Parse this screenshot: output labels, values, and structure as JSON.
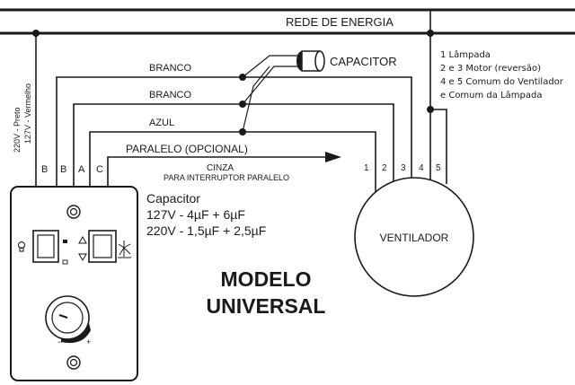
{
  "network_label": "REDE DE ENERGIA",
  "wires": {
    "branco_1": "BRANCO",
    "branco_2": "BRANCO",
    "azul": "AZUL",
    "paralelo": "PARALELO (OPCIONAL)",
    "cinza": "CINZA",
    "cinza_sub": "PARA INTERRUPTOR PARALELO"
  },
  "capacitor_label": "CAPACITOR",
  "supply_note": [
    "220V - Preto",
    "127V - Vermelho"
  ],
  "control_terminals": [
    "B",
    "B",
    "A",
    "C"
  ],
  "fan_terminals": [
    "1",
    "2",
    "3",
    "4",
    "5"
  ],
  "fan_label": "VENTILADOR",
  "legend": [
    "1 Lâmpada",
    "2 e 3 Motor (reversão)",
    "4 e 5 Comum do Ventilador",
    "e Comum da Lâmpada"
  ],
  "capacitor_spec": {
    "title": "Capacitor",
    "line1": "127V - 4µF + 6µF",
    "line2": "220V -  1,5µF + 2,5µF"
  },
  "model": {
    "line1": "MODELO",
    "line2": "UNIVERSAL"
  },
  "dial_marks": {
    "minus": "−",
    "plus": "+"
  }
}
